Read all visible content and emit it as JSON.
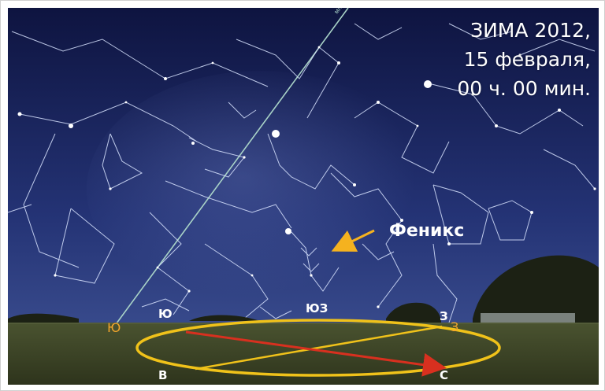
{
  "title": {
    "line1": "ЗИМА 2012,",
    "line2": "15 февраля,",
    "line3": "00 ч. 00 мин."
  },
  "constellation_label": "Феникс",
  "horizon_labels": {
    "south": "Ю",
    "southwest": "ЮЗ",
    "west": "З",
    "east": "В",
    "north": "С",
    "south_ecliptic": "Ю",
    "west_ecliptic": "З"
  },
  "colors": {
    "sky_top": "#10163f",
    "sky_bottom": "#3b4f8f",
    "ground": "#3c4225",
    "ellipse": "#f0c21a",
    "arrow": "#d8301f",
    "pointer": "#f5b21f",
    "ecliptic_line": "#a9d3c7"
  }
}
